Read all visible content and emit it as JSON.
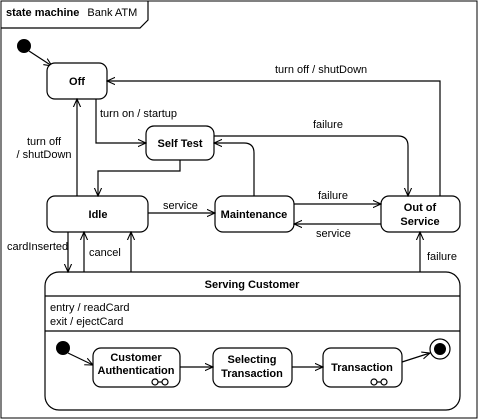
{
  "frame": {
    "keyword": "state machine",
    "name": "Bank ATM"
  },
  "states": {
    "off": "Off",
    "self_test": "Self Test",
    "idle": "Idle",
    "maintenance": "Maintenance",
    "out_of_service": [
      "Out of",
      "Service"
    ],
    "serving_customer": {
      "name": "Serving Customer",
      "entry": "entry / readCard",
      "exit": "exit / ejectCard",
      "customer_authentication": [
        "Customer",
        "Authentication"
      ],
      "selecting_transaction": [
        "Selecting",
        "Transaction"
      ],
      "transaction": "Transaction"
    }
  },
  "transitions": {
    "turn_on": "turn on / startup",
    "turn_off_top": "turn off / shutDown",
    "turn_off_left": [
      "turn off",
      "/ shutDown"
    ],
    "failure_selftest": "failure",
    "service_idle_maint": "service",
    "failure_maint": "failure",
    "service_back": "service",
    "card_inserted": "cardInserted",
    "cancel": "cancel",
    "failure_serving": "failure"
  },
  "colors": {
    "line": "#000000",
    "fill": "#ffffff",
    "background": "#ffffff"
  }
}
